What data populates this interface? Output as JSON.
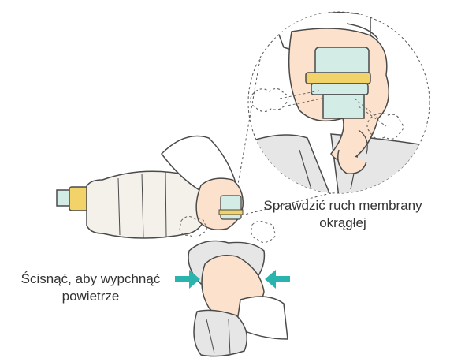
{
  "labels": {
    "check_membrane": [
      "Sprawdzić ruch membrany",
      "okrągłej"
    ],
    "squeeze_bag": [
      "Ścisnąć, aby wypchnąć",
      "powietrze"
    ]
  },
  "colors": {
    "arrow": "#2bb3ad",
    "outline": "#4a4a4a",
    "glove": "#ffffff",
    "skin": "#fce2cc",
    "bag": "#f4f1ea",
    "valve_yellow": "#f2d36a",
    "valve_body": "#d4ece6",
    "mask": "#e6e6e6"
  },
  "icons": [
    "arrow-right-icon",
    "arrow-left-icon"
  ]
}
